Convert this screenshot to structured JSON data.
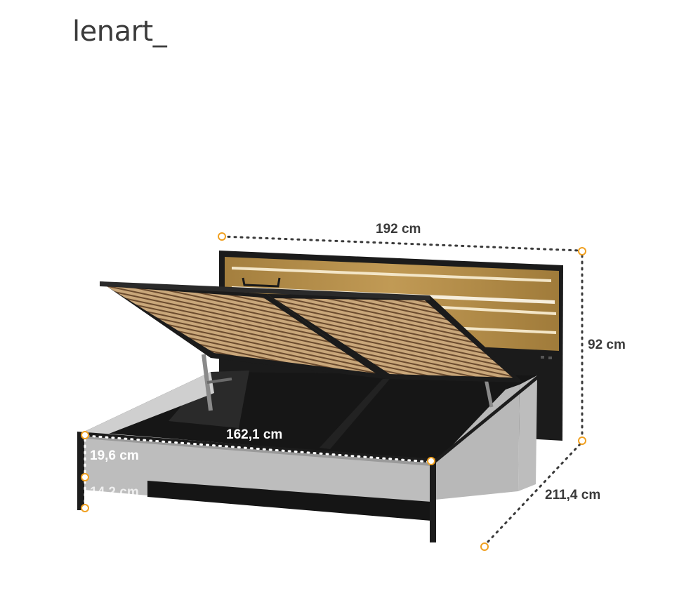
{
  "brand": {
    "name": "lenart",
    "suffix": "_"
  },
  "dimensions": {
    "width": "192 cm",
    "height": "92 cm",
    "length": "211,4 cm",
    "inner_width": "162,1 cm",
    "frame_height": "19,6 cm",
    "clearance": "14,2 cm"
  },
  "colors": {
    "marker": "#f0a020",
    "frame": "#1c1c1c",
    "panel": "#bdbdbd",
    "wood": "#b8924c",
    "text": "#3a3a3a"
  }
}
